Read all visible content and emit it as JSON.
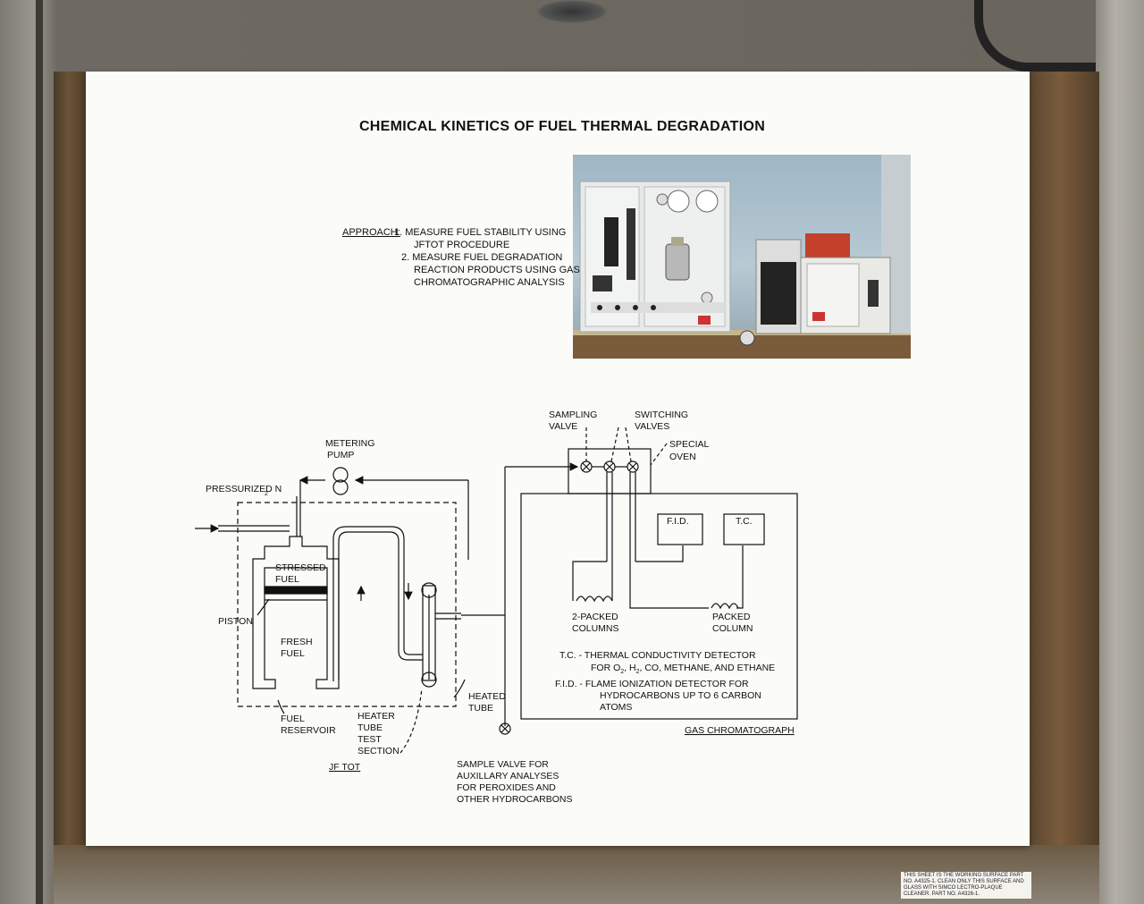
{
  "title": "CHEMICAL KINETICS OF FUEL THERMAL DEGRADATION",
  "approach": {
    "label": "APPROACH:",
    "items": [
      "1.  MEASURE FUEL STABILITY USING",
      "JFTOT PROCEDURE",
      "2.  MEASURE FUEL DEGRADATION",
      "REACTION PRODUCTS USING GAS",
      "CHROMATOGRAPHIC ANALYSIS"
    ]
  },
  "diagram": {
    "pressurized": "PRESSURIZED N",
    "pressurized_sub": "2",
    "metering_pump": [
      "METERING",
      "PUMP"
    ],
    "stressed_fuel": [
      "STRESSED",
      "FUEL"
    ],
    "piston": "PISTON",
    "fresh_fuel": [
      "FRESH",
      "FUEL"
    ],
    "fuel_reservoir": [
      "FUEL",
      "RESERVOIR"
    ],
    "heater_tube": [
      "HEATER",
      "TUBE",
      "TEST",
      "SECTION"
    ],
    "heated_tube": [
      "HEATED",
      "TUBE"
    ],
    "jftot": "JF TOT",
    "sample_valve": [
      "SAMPLE VALVE FOR",
      "AUXILLARY ANALYSES",
      "FOR PEROXIDES AND",
      "OTHER HYDROCARBONS"
    ],
    "sampling_valve": [
      "SAMPLING",
      "VALVE"
    ],
    "switching_valves": [
      "SWITCHING",
      "VALVES"
    ],
    "special_oven": [
      "SPECIAL",
      "OVEN"
    ],
    "fid_box": "F.I.D.",
    "tc_box": "T.C.",
    "packed2": [
      "2-PACKED",
      "COLUMNS"
    ],
    "packed": [
      "PACKED",
      "COLUMN"
    ],
    "tc_def": [
      "T.C.  - THERMAL CONDUCTIVITY DETECTOR",
      "FOR O",
      "2",
      ", H",
      "2",
      ", CO, METHANE, AND ETHANE"
    ],
    "fid_def": [
      "F.I.D.  - FLAME IONIZATION DETECTOR FOR",
      "HYDROCARBONS UP TO 6 CARBON",
      "ATOMS"
    ],
    "gas_chrom": "GAS CHROMATOGRAPH"
  },
  "sticker": "THIS SHEET IS THE WORKING SURFACE PART NO. A4325-1. CLEAN ONLY THIS SURFACE AND GLASS WITH SIMCO LECTRO-PLAQUE CLEANER. PART NO. A4326-1."
}
